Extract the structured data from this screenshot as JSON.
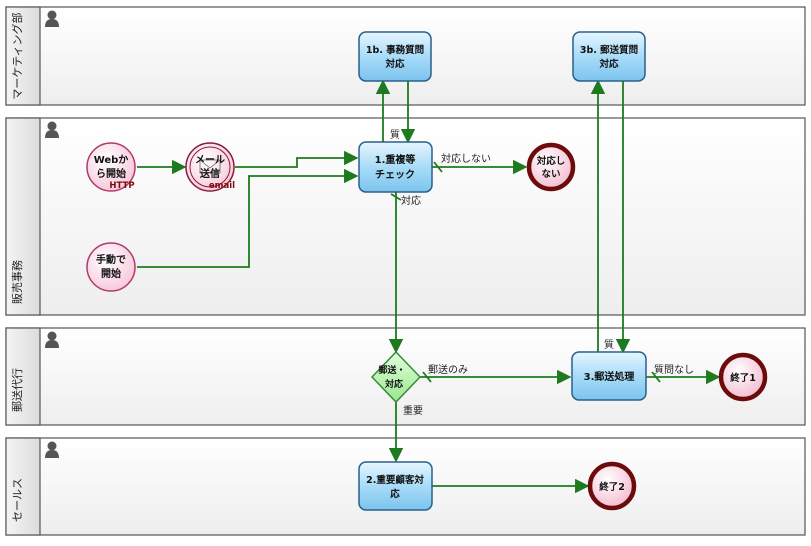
{
  "lanes": [
    {
      "id": "marketing",
      "label": "マーケティング部"
    },
    {
      "id": "sales_office",
      "label": "販売事務"
    },
    {
      "id": "mail_agency",
      "label": "郵送代行"
    },
    {
      "id": "sales",
      "label": "セールス"
    }
  ],
  "tasks": {
    "t1b": {
      "line1": "1b. 事務質問",
      "line2": "対応"
    },
    "t3b": {
      "line1": "3b. 郵送質問",
      "line2": "対応"
    },
    "t1": {
      "line1": "1.重複等",
      "line2": "チェック"
    },
    "t3": {
      "line1": "3.郵送処理",
      "line2": ""
    },
    "t2": {
      "line1": "2.重要顧客対",
      "line2": "応"
    }
  },
  "events": {
    "web_start": {
      "line1": "Webか",
      "line2": "ら開始",
      "badge": "HTTP"
    },
    "mail_send": {
      "line1": "メール",
      "line2": "送信",
      "badge": "email"
    },
    "manual_start": {
      "line1": "手動で",
      "line2": "開始"
    },
    "no_action": {
      "line1": "対応し",
      "line2": "ない"
    },
    "end1": {
      "line1": "終了1"
    },
    "end2": {
      "line1": "終了2"
    }
  },
  "gateway": {
    "line1": "郵送・",
    "line2": "対応"
  },
  "flow_labels": {
    "question_1": "質",
    "no_action": "対応しない",
    "action": "対応",
    "mail_only": "郵送のみ",
    "important": "重要",
    "question_3": "質",
    "no_question": "質問なし"
  },
  "colors": {
    "lane_border": "#555555",
    "flow": "#1e7a1e",
    "task_fill": "#a8d8f5",
    "task_border": "#2a5f8a",
    "start_fill": "#fde3ee",
    "start_border": "#b03a6a",
    "end_border": "#6b0b0b",
    "gateway_fill": "#bdf5b5",
    "gateway_border": "#3a8a3a"
  }
}
